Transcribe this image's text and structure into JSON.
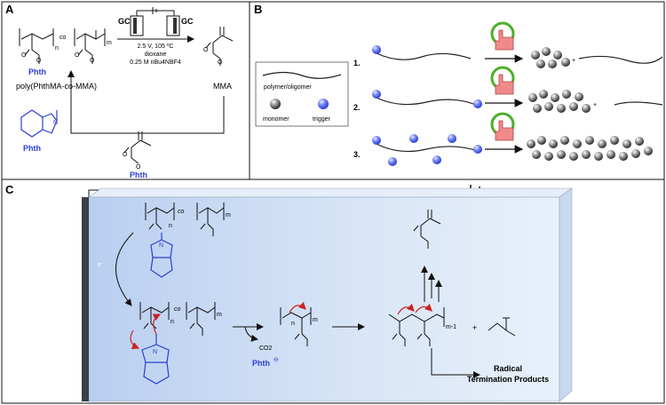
{
  "panel_a": {
    "label": "A",
    "gc_left": "GC",
    "gc_right": "GC",
    "cond_voltage_temp": "2.5 V, 105 ºC",
    "cond_solvent": "dioxane",
    "cond_electrolyte": "0.25 M nBu4NBF4",
    "polymer_n": "n",
    "polymer_co": "co",
    "polymer_m": "m",
    "phth_label_polymer": "Phth",
    "polymer_name": "poly(PhthMA-co-MMA)",
    "product_label": "MMA",
    "phth_label_group": "Phth",
    "phth_label_monomer": "Phth"
  },
  "panel_b": {
    "label": "B",
    "legend_polymer": "polymer/oligomer",
    "legend_monomer": "monomer",
    "legend_trigger": "trigger",
    "row1_label": "1.",
    "row2_label": "2.",
    "row3_label": "3."
  },
  "panel_c": {
    "label": "C",
    "electron": "e⁻",
    "top_co": "co",
    "top_n": "n",
    "top_m": "m",
    "mid_n": "n",
    "mid_co": "co",
    "mid_m": "m",
    "co2": "CO2",
    "phth_anion": "Phth",
    "radical_n": "n",
    "radical_m": "m",
    "chain_m_minus_1": "m-1",
    "plus": "+",
    "termination_line1": "Radical",
    "termination_line2": "Termination Products"
  },
  "colors": {
    "trigger_blue": "#5a6ff0",
    "phth_blue": "#2b3fd6",
    "arrow_red": "#cc2222",
    "green_ring": "#4caf2a",
    "hand_pink": "#f08a8a",
    "panel_c_bg": "#cfe0f5"
  }
}
